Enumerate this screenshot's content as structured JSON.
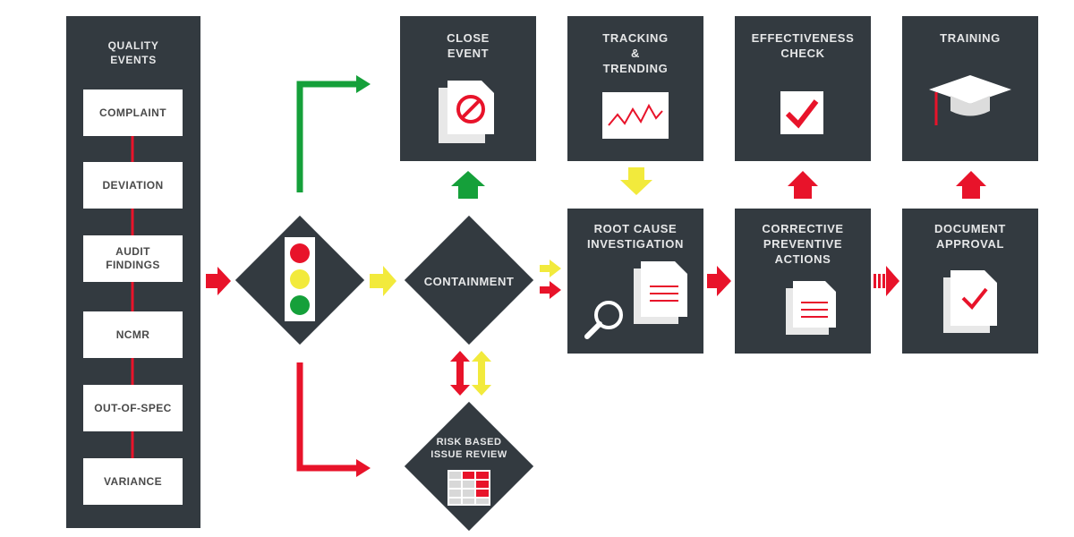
{
  "quality_events": {
    "title": "QUALITY\nEVENTS",
    "items": [
      "COMPLAINT",
      "DEVIATION",
      "AUDIT\nFINDINGS",
      "NCMR",
      "OUT-OF-SPEC",
      "VARIANCE"
    ]
  },
  "containment": {
    "label": "CONTAINMENT"
  },
  "risk_review": {
    "label": "RISK BASED\nISSUE REVIEW"
  },
  "close_event": {
    "title": "CLOSE\nEVENT"
  },
  "tracking": {
    "title": "TRACKING\n&\nTRENDING"
  },
  "effectiveness": {
    "title": "EFFECTIVENESS\nCHECK"
  },
  "training": {
    "title": "TRAINING"
  },
  "root_cause": {
    "title": "ROOT CAUSE\nINVESTIGATION"
  },
  "capa": {
    "title": "CORRECTIVE\nPREVENTIVE\nACTIONS"
  },
  "document_approval": {
    "title": "DOCUMENT\nAPPROVAL"
  },
  "colors": {
    "panel": "#333a40",
    "red": "#e8132a",
    "yellow": "#f2ea3c",
    "green": "#15a03a",
    "label_text": "#e6e7e8"
  },
  "icons": [
    "traffic-light-icon",
    "close-document-icon",
    "trend-chart-icon",
    "checkmark-icon",
    "graduation-cap-icon",
    "magnifier-icon",
    "document-icon",
    "approved-document-icon",
    "risk-grid-icon"
  ]
}
